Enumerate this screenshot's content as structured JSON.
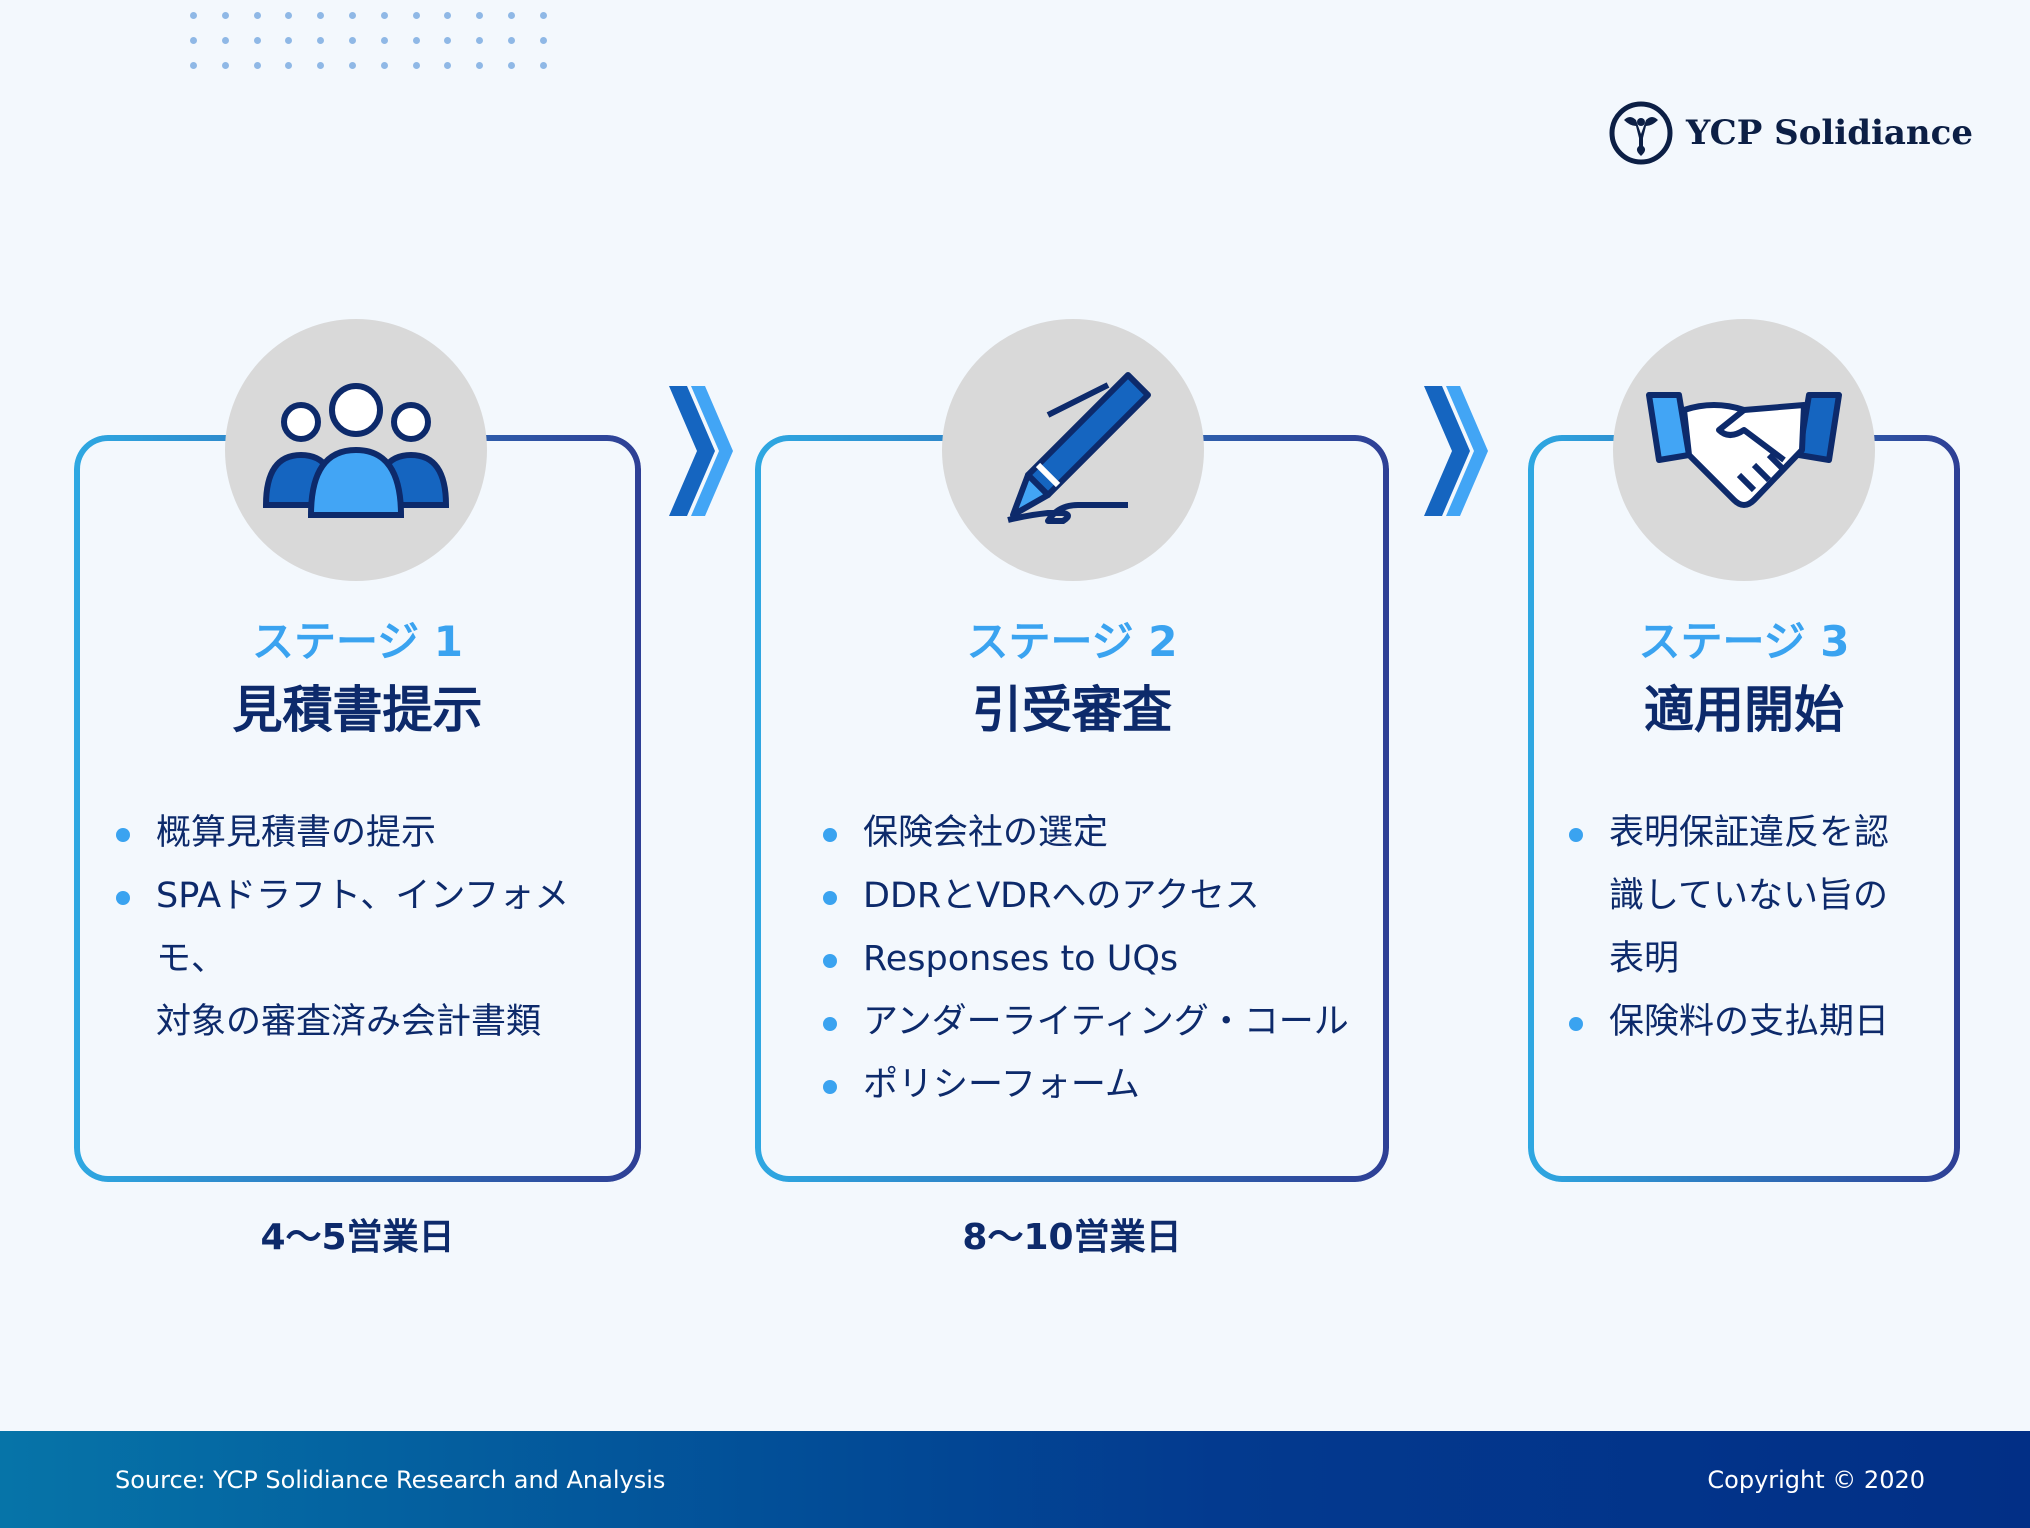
{
  "brand": {
    "name": "YCP Solidiance"
  },
  "stages": [
    {
      "label": "ステージ 1",
      "title": "見積書提示",
      "icon": "people-icon",
      "bullets": [
        "概算見積書の提示",
        "SPAドラフト、インフォメモ、\n対象の審査済み会計書類"
      ],
      "duration": "4〜5営業日"
    },
    {
      "label": "ステージ 2",
      "title": "引受審査",
      "icon": "pen-signature-icon",
      "bullets": [
        "保険会社の選定",
        "DDRとVDRへのアクセス",
        "Responses to UQs",
        "アンダーライティング・コール",
        "ポリシーフォーム"
      ],
      "duration": "8〜10営業日"
    },
    {
      "label": "ステージ 3",
      "title": "適用開始",
      "icon": "handshake-icon",
      "bullets": [
        "表明保証違反を認\n識していない旨の\n表明",
        "保険料の支払期日"
      ]
    }
  ],
  "footer": {
    "source": "Source: YCP Solidiance Research and Analysis",
    "copyright": "Copyright © 2020"
  },
  "colors": {
    "accent": "#3aa3f0",
    "navy": "#0d2a6b",
    "footer_start": "#0674a8",
    "footer_end": "#022f86"
  }
}
